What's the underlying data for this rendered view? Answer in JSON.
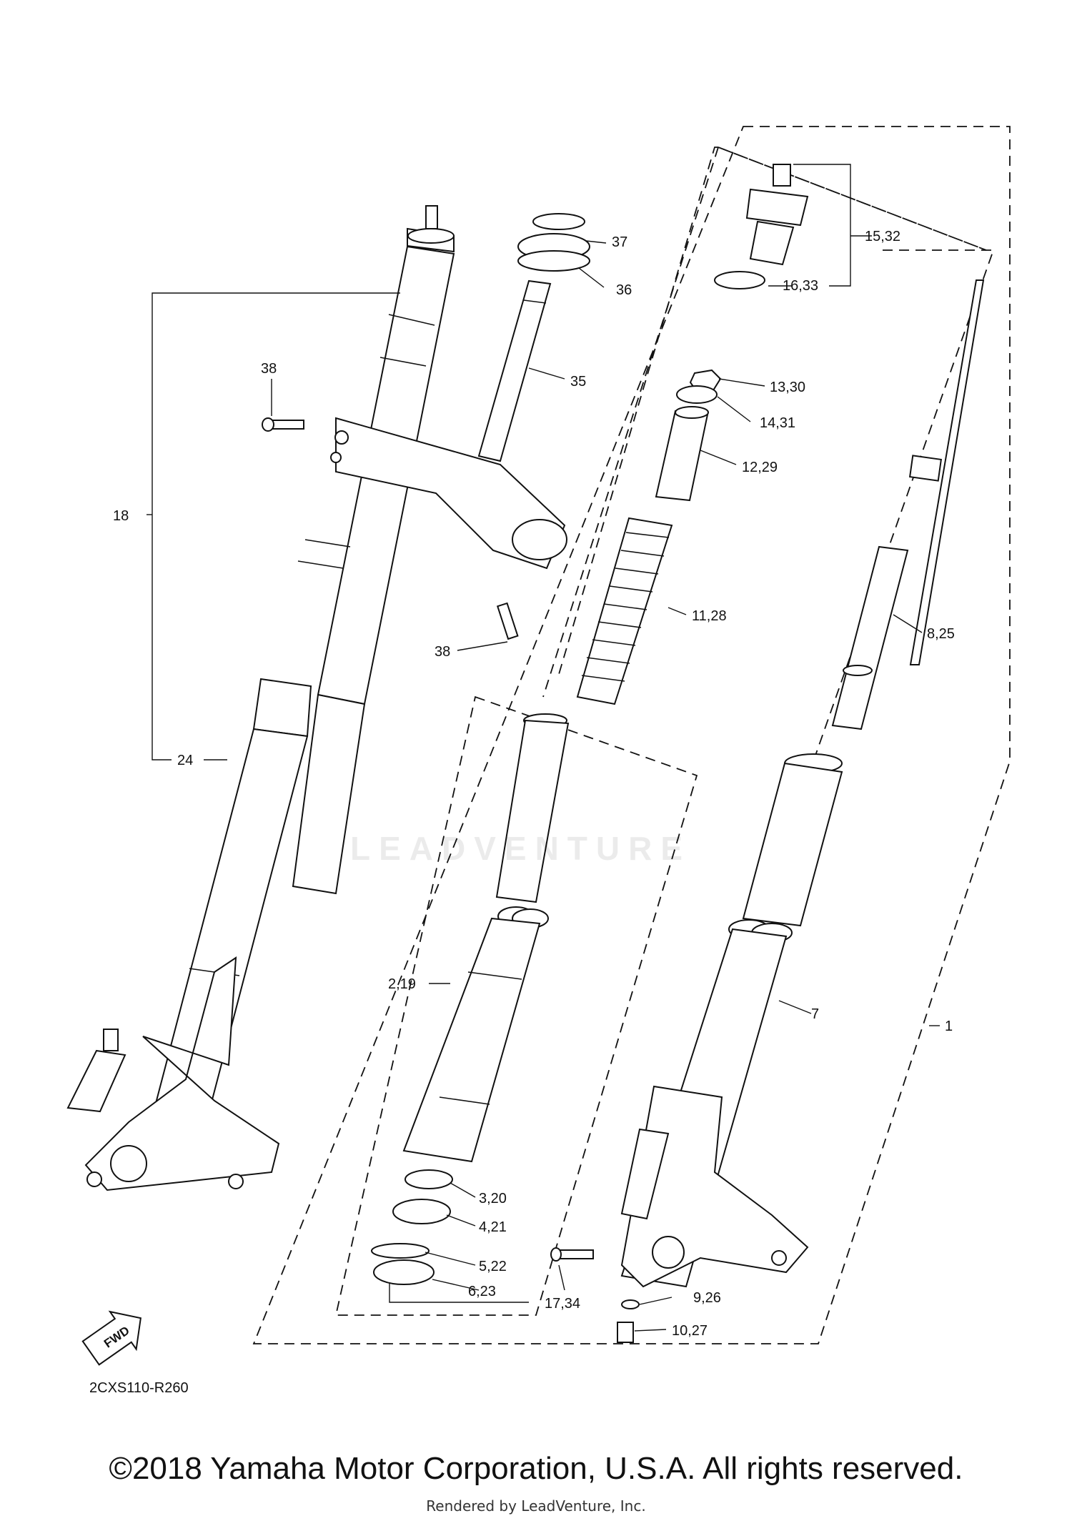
{
  "diagram": {
    "code": "2CXS110-R260",
    "fwd_label": "FWD",
    "callouts": {
      "c1": "1",
      "c2": "2,19",
      "c3": "3,20",
      "c4": "4,21",
      "c5": "5,22",
      "c6": "6,23",
      "c7": "7",
      "c8": "8,25",
      "c9": "9,26",
      "c10": "10,27",
      "c11": "11,28",
      "c12": "12,29",
      "c13": "13,30",
      "c14": "14,31",
      "c15": "15,32",
      "c16": "16,33",
      "c17": "17,34",
      "c18": "18",
      "c24": "24",
      "c35": "35",
      "c36": "36",
      "c37": "37",
      "c38a": "38",
      "c38b": "38"
    }
  },
  "watermark": "LEADVENTURE",
  "footer": {
    "copyright": "©2018 Yamaha Motor Corporation, U.S.A. All rights reserved.",
    "rendered": "Rendered by LeadVenture, Inc."
  }
}
